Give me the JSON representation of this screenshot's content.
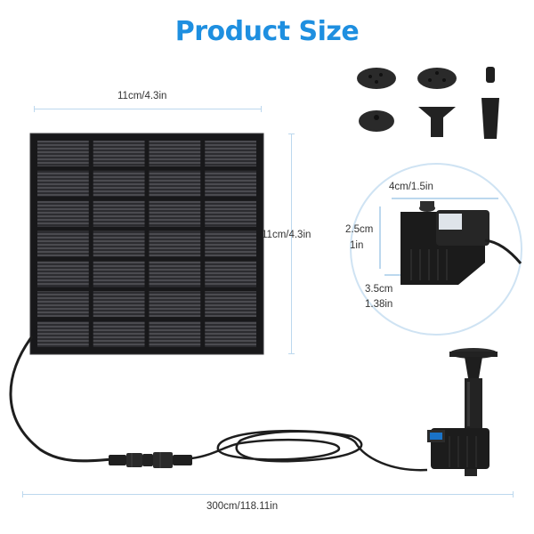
{
  "title": "Product Size",
  "dimensions": {
    "panel_width": "11cm/4.3in",
    "panel_height": "11cm/4.3in",
    "cable_length": "300cm/118.11in",
    "pump_length": "4cm/1.5in",
    "pump_height_cm": "2.5cm",
    "pump_height_in": "1in",
    "pump_width_cm": "3.5cm",
    "pump_width_in": "1.38in"
  },
  "colors": {
    "title": "#1e8fe0",
    "dimension_line": "#bcd8ee",
    "panel": "#1c1c1e",
    "cell": "#4a4a4e"
  },
  "icons": [
    "solar-panel",
    "water-pump",
    "nozzle-attachment",
    "cable",
    "connector"
  ]
}
